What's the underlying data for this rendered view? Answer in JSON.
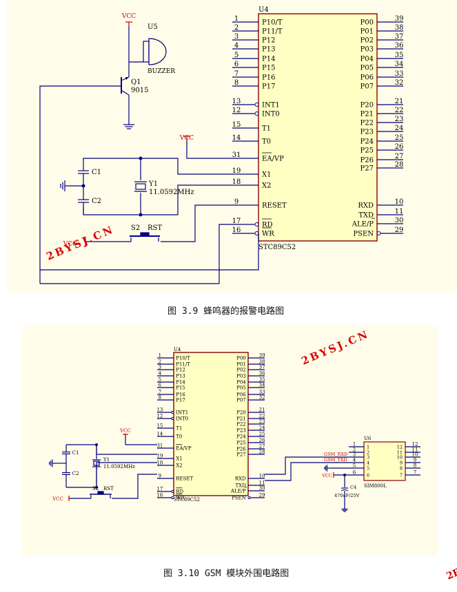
{
  "caption1": "图 3.9  蜂鸣器的报警电路图",
  "caption2": "图 3.10 GSM 模块外围电路图",
  "watermark": "2BYSJ.CN",
  "colors": {
    "panel_bg": "#fffde9",
    "chip_fill": "#ffffc4",
    "chip_stroke": "#8a0000",
    "wire": "#000080",
    "label": "#000080",
    "accent": "#c00000",
    "watermark": "#d80000"
  },
  "mcu": {
    "ref": "U4",
    "part": "STC89C52",
    "left_pins": [
      {
        "num": "1",
        "name": "P10/T"
      },
      {
        "num": "2",
        "name": "P11/T"
      },
      {
        "num": "3",
        "name": "P12"
      },
      {
        "num": "4",
        "name": "P13"
      },
      {
        "num": "5",
        "name": "P14"
      },
      {
        "num": "6",
        "name": "P15"
      },
      {
        "num": "7",
        "name": "P16"
      },
      {
        "num": "8",
        "name": "P17"
      },
      {
        "num": "13",
        "name": "INT1"
      },
      {
        "num": "12",
        "name": "INT0"
      },
      {
        "num": "15",
        "name": "T1"
      },
      {
        "num": "14",
        "name": "T0"
      },
      {
        "num": "31",
        "name": "EA/VP"
      },
      {
        "num": "19",
        "name": "X1"
      },
      {
        "num": "18",
        "name": "X2"
      },
      {
        "num": "9",
        "name": "RESET"
      },
      {
        "num": "17",
        "name": "RD"
      },
      {
        "num": "16",
        "name": "WR"
      }
    ],
    "right_pins": [
      {
        "num": "39",
        "name": "P00"
      },
      {
        "num": "38",
        "name": "P01"
      },
      {
        "num": "37",
        "name": "P02"
      },
      {
        "num": "36",
        "name": "P03"
      },
      {
        "num": "35",
        "name": "P04"
      },
      {
        "num": "34",
        "name": "P05"
      },
      {
        "num": "33",
        "name": "P06"
      },
      {
        "num": "32",
        "name": "P07"
      },
      {
        "num": "21",
        "name": "P20"
      },
      {
        "num": "22",
        "name": "P21"
      },
      {
        "num": "23",
        "name": "P22"
      },
      {
        "num": "24",
        "name": "P23"
      },
      {
        "num": "25",
        "name": "P24"
      },
      {
        "num": "26",
        "name": "P25"
      },
      {
        "num": "27",
        "name": "P26"
      },
      {
        "num": "28",
        "name": "P27"
      },
      {
        "num": "10",
        "name": "RXD"
      },
      {
        "num": "11",
        "name": "TXD"
      },
      {
        "num": "30",
        "name": "ALE/P"
      },
      {
        "num": "29",
        "name": "PSEN"
      }
    ]
  },
  "components": {
    "vcc": "VCC",
    "buzzer_ref": "U5",
    "buzzer_name": "BUZZER",
    "transistor_ref": "Q1",
    "transistor_part": "9015",
    "c1": "C1",
    "c2": "C2",
    "crystal_ref": "Y1",
    "crystal_value": "11.0592MHz",
    "switch_ref": "S2",
    "switch_name": "RST",
    "cap_c4": "C4",
    "cap_c4_value": "470uF/25V"
  },
  "gsm": {
    "ref": "U6",
    "part": "SIM800L",
    "rxd": "GSM_RXD",
    "txd": "GSM_TXD",
    "left_pins": [
      "1",
      "2",
      "3",
      "4",
      "5",
      "6"
    ],
    "right_pins": [
      "12",
      "11",
      "10",
      "9",
      "8",
      "7"
    ]
  }
}
